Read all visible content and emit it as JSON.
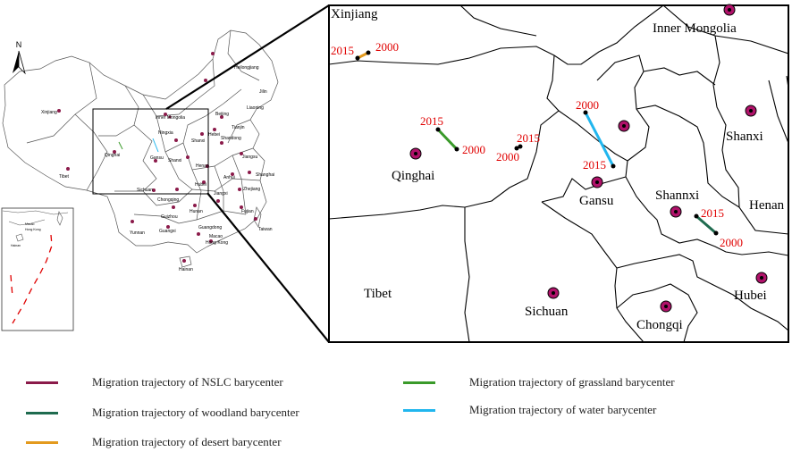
{
  "colors": {
    "nslc": "#8b1a4a",
    "woodland": "#1f6b4f",
    "desert": "#e39a1e",
    "grassland": "#3a9a2a",
    "water": "#21b6ee",
    "year_label": "#e00000",
    "barycenter_fill": "#b0126a",
    "south_sea_dash": "#e00000"
  },
  "north_arrow": {
    "label": "N"
  },
  "overview_map": {
    "province_labels": [
      "Xinjiang",
      "Tibet",
      "Qinghai",
      "Inner Mongolia",
      "Heilongjiang",
      "Jilin",
      "Liaoning",
      "Beijing",
      "Tianjin",
      "Hebei",
      "Shanxi",
      "Ningxia",
      "Shanxi",
      "Gansu",
      "Shandong",
      "Henan",
      "Jiangsu",
      "Shanghai",
      "Anhui",
      "Hubei",
      "Zhejiang",
      "Sichuan",
      "Chongqing",
      "Jiangxi",
      "Hunan",
      "Fujian",
      "Taiwan",
      "Guizhou",
      "Yunnan",
      "Guangxi",
      "Guangdong",
      "Macao",
      "Hong Kong",
      "Hainan"
    ]
  },
  "inset_map": {
    "labels": [
      "Macao",
      "Hong Kong",
      "Hainan"
    ]
  },
  "zoom_map": {
    "provinces": [
      {
        "name": "Xinjiang"
      },
      {
        "name": "Inner Mongolia"
      },
      {
        "name": "Shanxi"
      },
      {
        "name": "Qinghai"
      },
      {
        "name": "Gansu"
      },
      {
        "name": "Shannxi"
      },
      {
        "name": "Henan"
      },
      {
        "name": "Tibet"
      },
      {
        "name": "Sichuan"
      },
      {
        "name": "Hubei"
      },
      {
        "name": "Chongqi"
      }
    ],
    "year_labels": {
      "desert_start": "2015",
      "desert_end": "2000",
      "grass_start": "2015",
      "grass_end": "2000",
      "nslc_start": "2015",
      "nslc_end": "2000",
      "water_start": "2000",
      "water_end": "2015",
      "wood_start": "2015",
      "wood_end": "2000"
    }
  },
  "legend": {
    "nslc": "Migration trajectory of NSLC barycenter",
    "woodland": "Migration trajectory of woodland barycenter",
    "desert": "Migration trajectory of desert barycenter",
    "grassland": "Migration trajectory of grassland barycenter",
    "water": "Migration trajectory of water barycenter"
  }
}
